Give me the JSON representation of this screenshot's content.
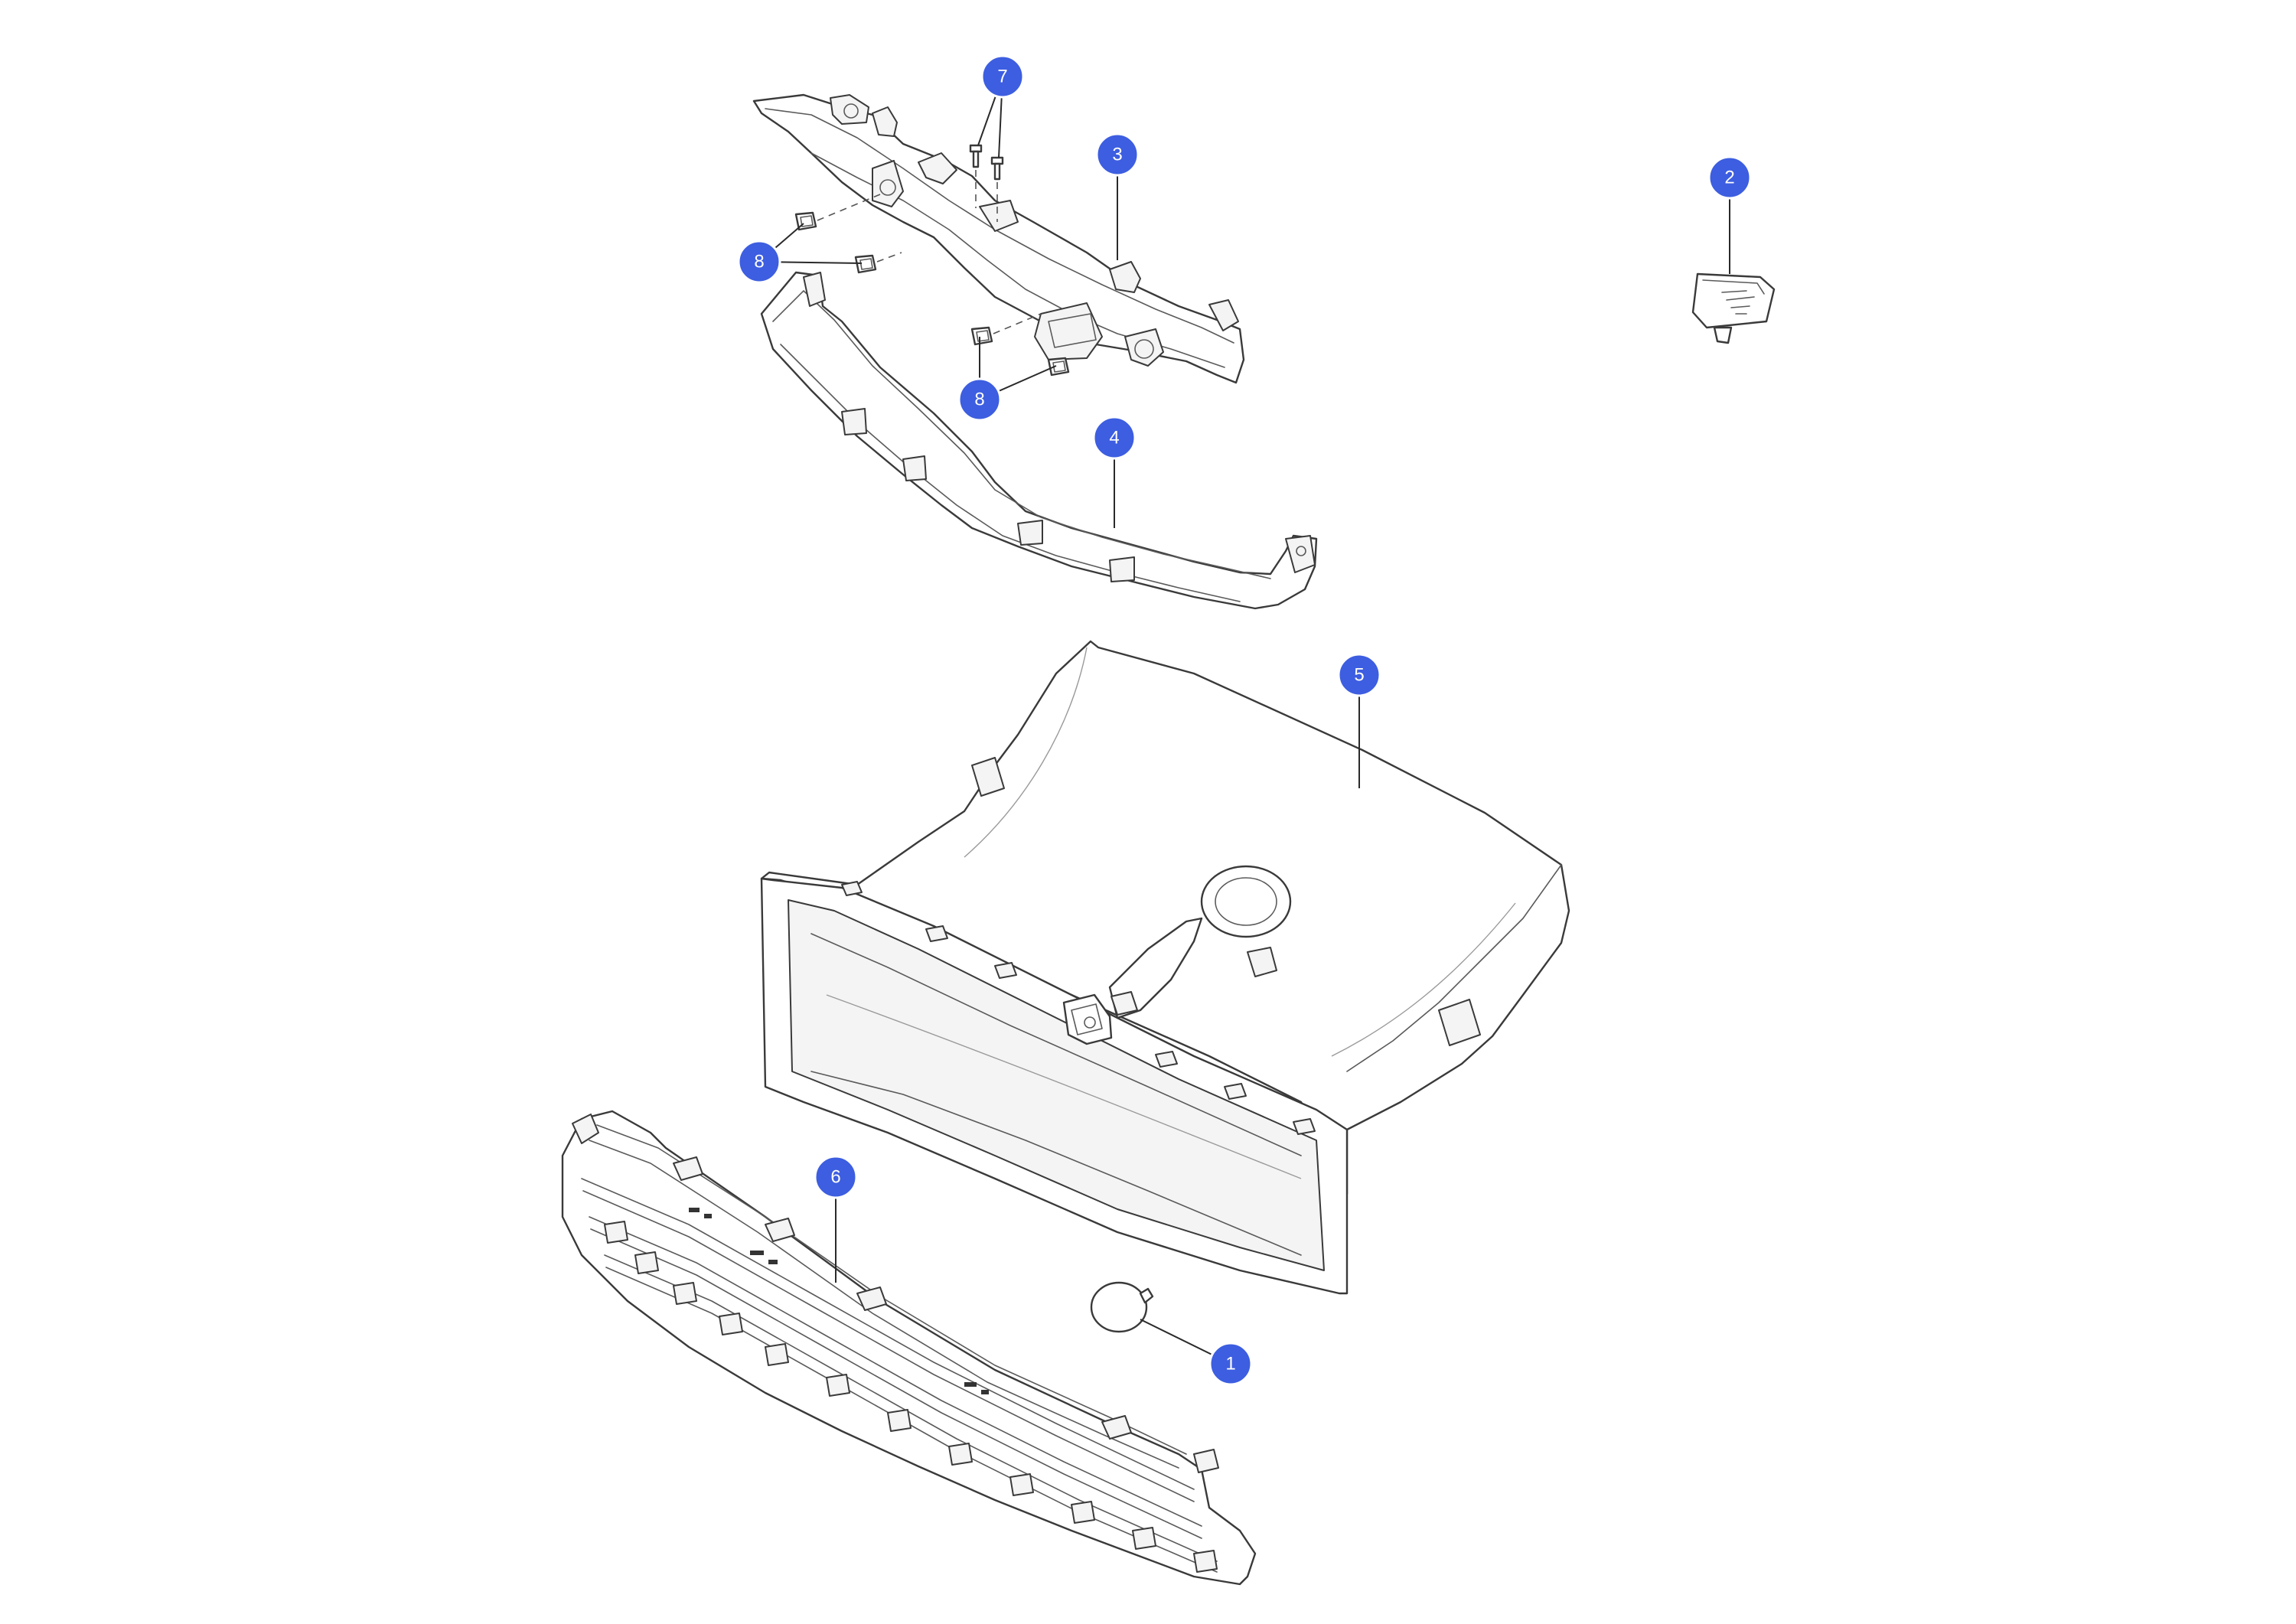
{
  "colors": {
    "callout_fill": "#3d5ee0",
    "callout_text": "#ffffff",
    "line_art": "#3a3a3a",
    "background": "#ffffff"
  },
  "callouts": [
    {
      "id": "c7",
      "label": "7"
    },
    {
      "id": "c3",
      "label": "3"
    },
    {
      "id": "c2",
      "label": "2"
    },
    {
      "id": "c8a",
      "label": "8"
    },
    {
      "id": "c8b",
      "label": "8"
    },
    {
      "id": "c4",
      "label": "4"
    },
    {
      "id": "c5",
      "label": "5"
    },
    {
      "id": "c6",
      "label": "6"
    },
    {
      "id": "c1",
      "label": "1"
    }
  ]
}
